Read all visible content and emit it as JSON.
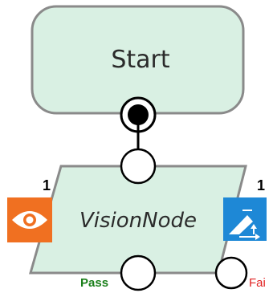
{
  "start_node": {
    "label": "Start"
  },
  "vision_node": {
    "label": "VisionNode",
    "input_count": "1",
    "output_count": "1",
    "left_icon": "eye-icon",
    "right_icon": "vision-tool-icon"
  },
  "ports": {
    "pass_label": "Pass",
    "fail_label": "Fai"
  },
  "colors": {
    "node_fill": "#d9f0e3",
    "node_stroke": "#8a8a8a",
    "eye_badge": "#f07021",
    "tool_badge": "#1e88d6",
    "pass_text": "#1a7f1a",
    "fail_text": "#e02020"
  }
}
